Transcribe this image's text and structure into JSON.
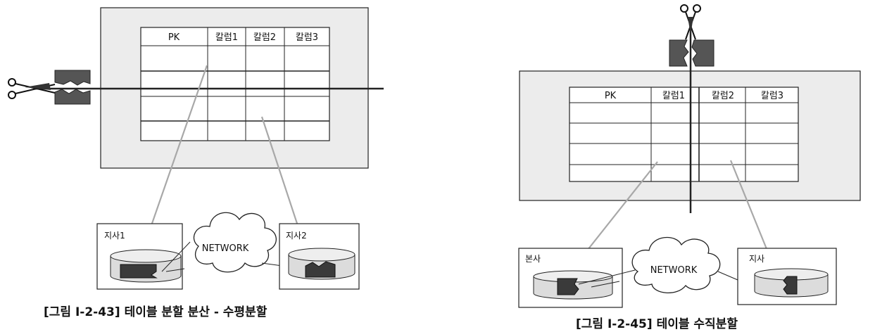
{
  "left_figure": {
    "columns": [
      "PK",
      "칼럼1",
      "칼럼2",
      "칼럼3"
    ],
    "site_labels": [
      "지사1",
      "지사2"
    ],
    "network_label": "NETWORK",
    "caption": "[그림 Ⅰ-2-43] 테이블 분할 분산 - 수평분할"
  },
  "right_figure": {
    "columns": [
      "PK",
      "칼럼1",
      "칼럼2",
      "칼럼3"
    ],
    "site_labels": [
      "본사",
      "지사"
    ],
    "network_label": "NETWORK",
    "caption": "[그림 Ⅰ-2-45] 테이블 수직분할"
  }
}
